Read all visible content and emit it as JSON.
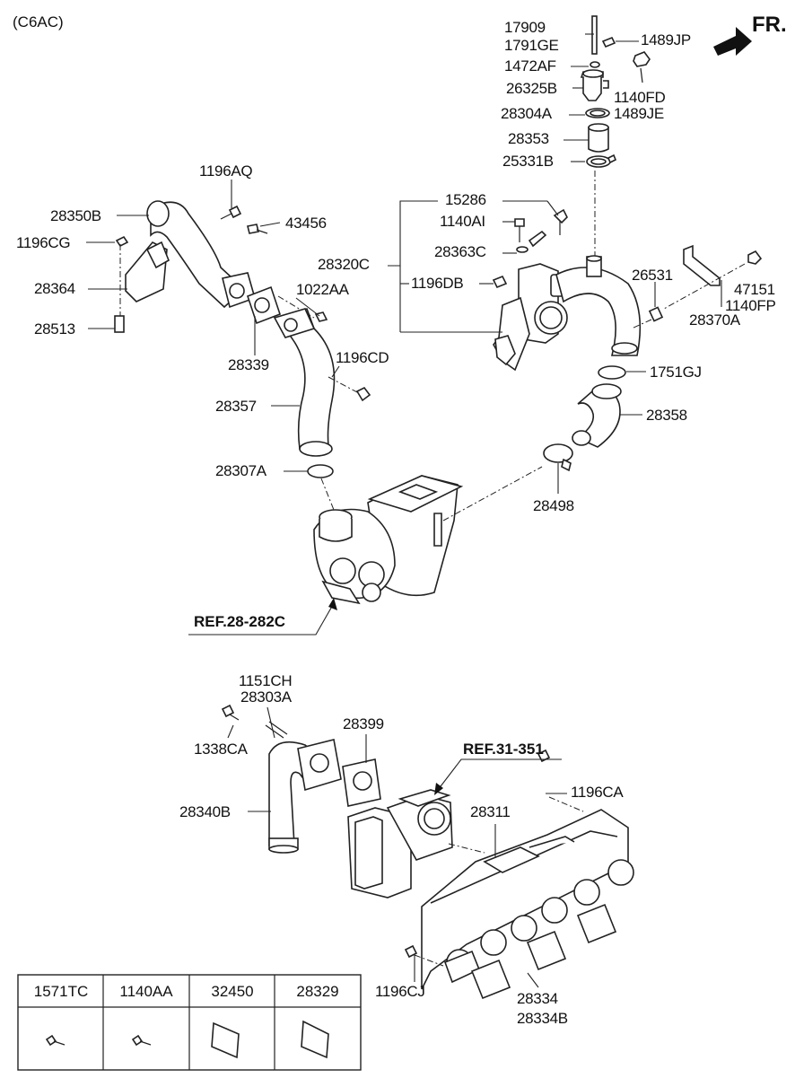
{
  "variant_code": "(C6AC)",
  "front_indicator": "FR.",
  "references": {
    "turbo": "REF.28-282C",
    "intake": "REF.31-351"
  },
  "callouts": {
    "c17909": "17909",
    "c1791GE": "1791GE",
    "c1489JP": "1489JP",
    "c1472AF": "1472AF",
    "c26325B": "26325B",
    "c1140FD": "1140FD",
    "c28304A": "28304A",
    "c1489JE": "1489JE",
    "c28353": "28353",
    "c25331B": "25331B",
    "c15286": "15286",
    "c1140AI": "1140AI",
    "c28363C": "28363C",
    "c28320C": "28320C",
    "c1196DB": "1196DB",
    "c26531": "26531",
    "c47151": "47151",
    "c1140FP": "1140FP",
    "c28370A": "28370A",
    "c1751GJ": "1751GJ",
    "c28358": "28358",
    "c28498": "28498",
    "c1196AQ": "1196AQ",
    "c28350B": "28350B",
    "c43456": "43456",
    "c1196CG": "1196CG",
    "c28364": "28364",
    "c1022AA": "1022AA",
    "c28513": "28513",
    "c28339": "28339",
    "c1196CD": "1196CD",
    "c28357": "28357",
    "c28307A": "28307A",
    "c1151CH": "1151CH",
    "c28303A": "28303A",
    "c28399": "28399",
    "c1338CA": "1338CA",
    "c28340B": "28340B",
    "c1196CA": "1196CA",
    "c28311": "28311",
    "c1196CJ": "1196CJ",
    "c28334": "28334",
    "c28334B": "28334B"
  },
  "parts_table": {
    "headers": [
      "1571TC",
      "1140AA",
      "32450",
      "28329"
    ],
    "icons": [
      "bolt-icon",
      "bolt-icon",
      "gasket-square-icon",
      "gasket-square-icon"
    ]
  }
}
